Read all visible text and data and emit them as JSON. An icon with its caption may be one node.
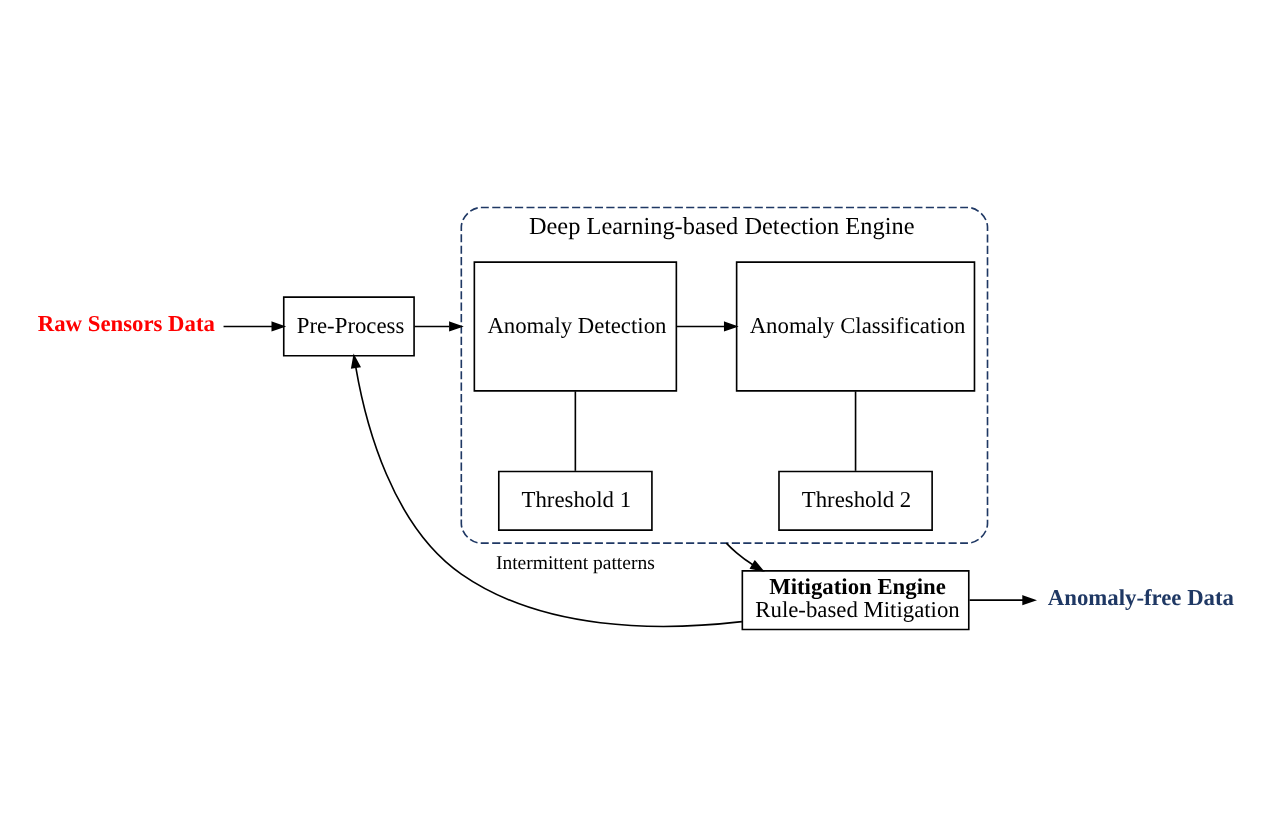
{
  "diagram": {
    "nodes": [
      {
        "text": [
          "Raw Sensors Data"
        ]
      },
      {
        "text": [
          "Pre-Process"
        ]
      },
      {
        "text": [
          "Deep Learning-based Detection Engine"
        ]
      },
      {
        "text": [
          "Threshold 1"
        ],
        "in": 2
      },
      {
        "text": [
          "Anomaly Detection"
        ],
        "in": 2
      },
      {
        "text": [
          "Threshold 2"
        ],
        "in": 2
      },
      {
        "text": [
          "Anomaly Classification"
        ],
        "in": 2
      },
      {
        "text": [
          "Mitigation Engine",
          "Rule-based Mitigation"
        ]
      },
      {
        "text": [
          "Anomaly-free Data"
        ]
      }
    ],
    "edges": [
      {
        "from": 0,
        "to": 1,
        "arrow": "to"
      },
      {
        "from": 1,
        "to": 2,
        "arrow": "to"
      },
      {
        "from": 3,
        "to": 4,
        "arrow": "none"
      },
      {
        "from": 5,
        "to": 6,
        "arrow": "none"
      },
      {
        "from": 4,
        "to": 6,
        "arrow": "to"
      },
      {
        "from": 2,
        "to": 7,
        "arrow": "to"
      },
      {
        "from": 7,
        "to": 1,
        "arrow": "to",
        "label": "Intermittent patterns"
      },
      {
        "from": 7,
        "to": 8,
        "arrow": "to"
      }
    ]
  }
}
